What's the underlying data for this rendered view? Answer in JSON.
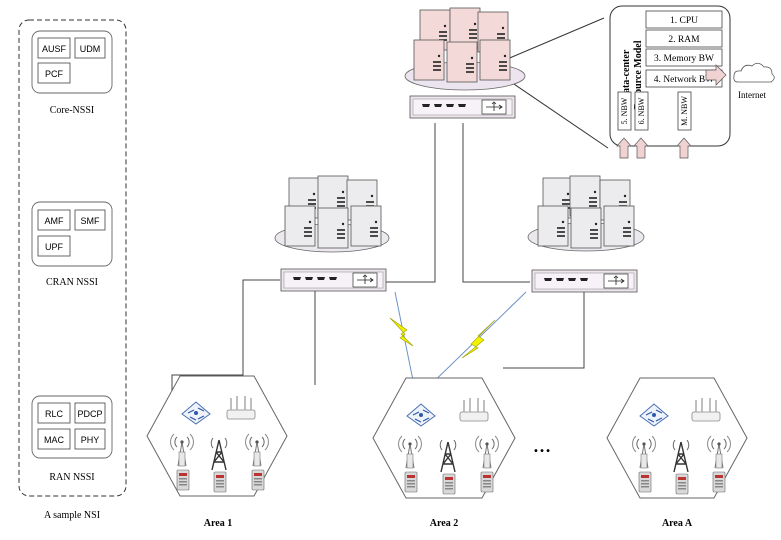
{
  "nsi": {
    "caption": "A sample NSI",
    "slices": [
      {
        "name": "Core-NSSI",
        "functions": [
          "AUSF",
          "UDM",
          "PCF"
        ]
      },
      {
        "name": "CRAN NSSI",
        "functions": [
          "AMF",
          "SMF",
          "UPF"
        ]
      },
      {
        "name": "RAN NSSI",
        "functions": [
          "RLC",
          "PDCP",
          "MAC",
          "PHY"
        ]
      }
    ]
  },
  "resource_model": {
    "title_line1": "Data-center",
    "title_line2": "Resource Model",
    "items": [
      "1. CPU",
      "2. RAM",
      "3. Memory BW",
      "4. Network BW"
    ],
    "nbw": [
      "5. NBW",
      "6. NBW",
      "M. NBW"
    ]
  },
  "internet_label": "Internet",
  "areas": [
    "Area 1",
    "Area 2",
    "Area A"
  ],
  "ellipsis": "…",
  "colors": {
    "server": "#f4d9d9",
    "server_stroke": "#555555",
    "arrow": "#f1d2d2",
    "lightning": "#f2f200",
    "line": "#444444"
  }
}
